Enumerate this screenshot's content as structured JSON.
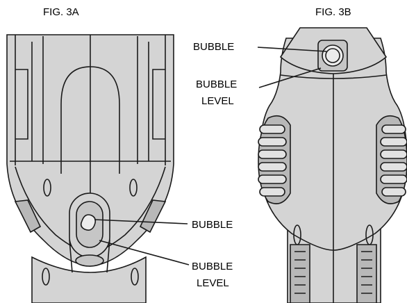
{
  "figures": {
    "fig_a": {
      "title": "FIG. 3A",
      "labels": {
        "bubble": "BUBBLE",
        "bubble_level_1": "BUBBLE",
        "bubble_level_2": "LEVEL"
      }
    },
    "fig_b": {
      "title": "FIG. 3B",
      "labels": {
        "bubble": "BUBBLE",
        "bubble_level_1": "BUBBLE",
        "bubble_level_2": "LEVEL"
      }
    }
  },
  "colors": {
    "body": "#d4d4d4",
    "shade": "#b8b8b8",
    "line": "#1a1a1a"
  }
}
